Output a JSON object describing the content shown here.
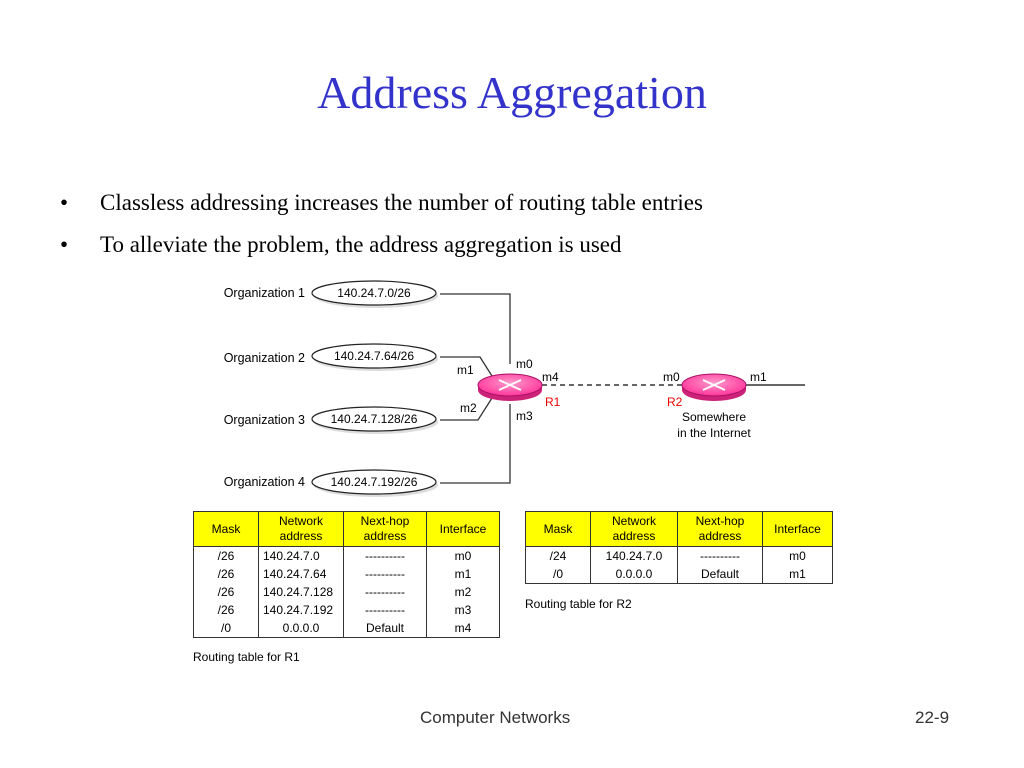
{
  "slide": {
    "title": "Address Aggregation",
    "bullets": [
      "Classless addressing  increases the number of routing table entries",
      "To alleviate the problem, the address aggregation is used"
    ],
    "bullet_glyph": "•"
  },
  "diagram": {
    "organizations": [
      {
        "label": "Organization 1",
        "block": "140.24.7.0/26"
      },
      {
        "label": "Organization 2",
        "block": "140.24.7.64/26"
      },
      {
        "label": "Organization 3",
        "block": "140.24.7.128/26"
      },
      {
        "label": "Organization 4",
        "block": "140.24.7.192/26"
      }
    ],
    "r1": {
      "name": "R1",
      "ports": {
        "m0": "m0",
        "m1": "m1",
        "m2": "m2",
        "m3": "m3",
        "m4": "m4"
      }
    },
    "r2": {
      "name": "R2",
      "ports": {
        "m0": "m0",
        "m1": "m1"
      },
      "location_line1": "Somewhere",
      "location_line2": "in the Internet"
    },
    "router_color": "#ff3399",
    "router_label_color": "#ee0000"
  },
  "tables": {
    "headers": [
      "Mask",
      "Network address",
      "Next-hop address",
      "Interface"
    ],
    "r1": {
      "caption": "Routing table for R1",
      "rows": [
        [
          "/26",
          "140.24.7.0",
          "----------",
          "m0"
        ],
        [
          "/26",
          "140.24.7.64",
          "----------",
          "m1"
        ],
        [
          "/26",
          "140.24.7.128",
          "----------",
          "m2"
        ],
        [
          "/26",
          "140.24.7.192",
          "----------",
          "m3"
        ],
        [
          "/0",
          "0.0.0.0",
          "Default",
          "m4"
        ]
      ]
    },
    "r2": {
      "caption": "Routing table for R2",
      "rows": [
        [
          "/24",
          "140.24.7.0",
          "----------",
          "m0"
        ],
        [
          "/0",
          "0.0.0.0",
          "Default",
          "m1"
        ]
      ]
    },
    "header_color": "#ffff00"
  },
  "footer": {
    "course": "Computer Networks",
    "page": "22-9"
  }
}
